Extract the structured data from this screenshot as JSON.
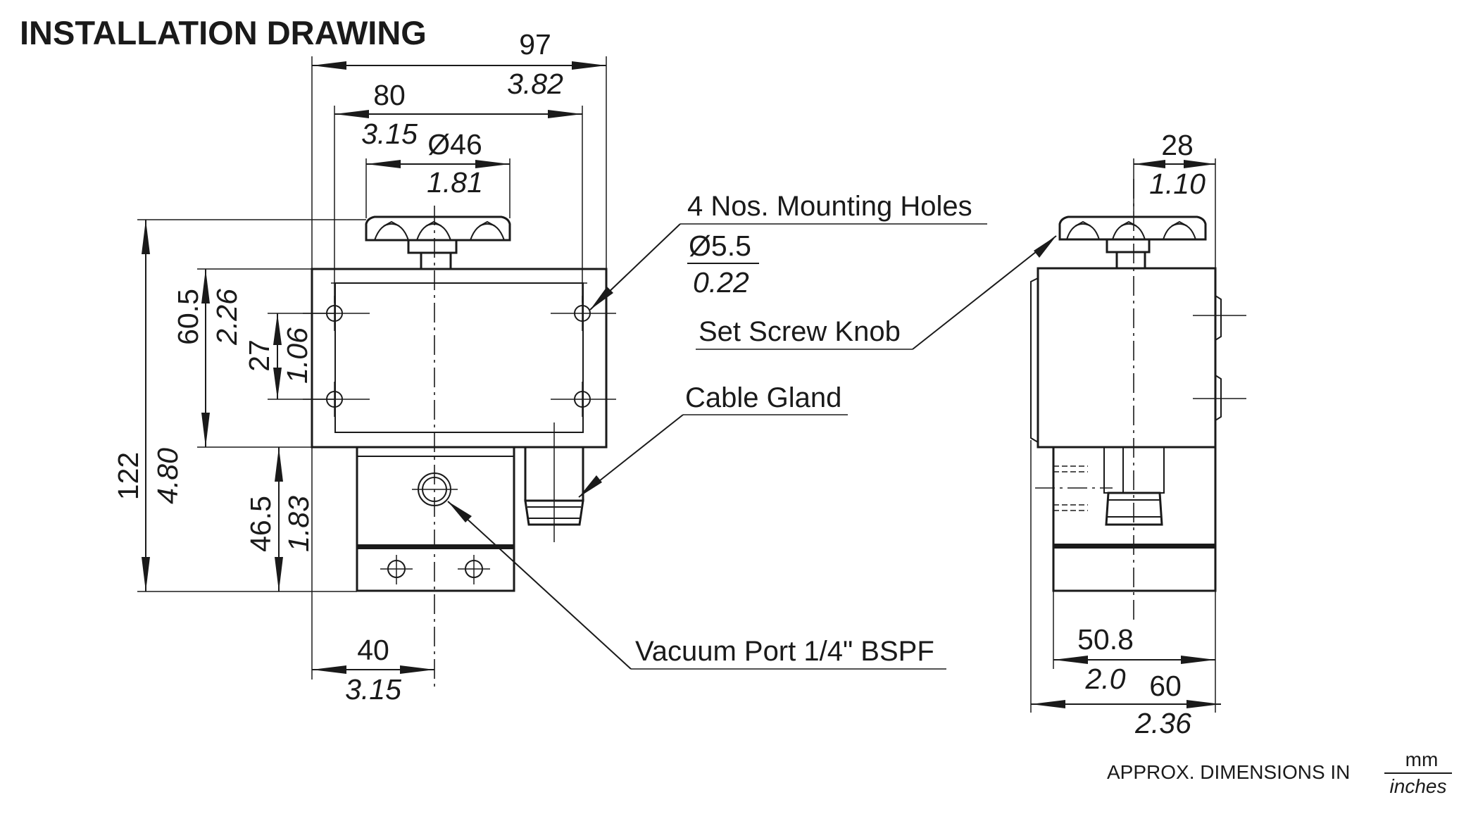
{
  "title": "INSTALLATION DRAWING",
  "dimensions": {
    "overall_width": {
      "mm": "97",
      "inches": "3.82"
    },
    "mounting_span": {
      "mm": "80",
      "inches": "3.15"
    },
    "knob_diameter": {
      "mm": "Ø46",
      "inches": "1.81"
    },
    "overall_height": {
      "mm": "122",
      "inches": "4.80"
    },
    "box_height": {
      "mm": "60.5",
      "inches": "2.26"
    },
    "hole_pitch": {
      "mm": "27",
      "inches": "1.06"
    },
    "base_height": {
      "mm": "46.5",
      "inches": "1.83"
    },
    "port_offset": {
      "mm": "40",
      "inches": "3.15"
    },
    "knob_height_side": {
      "mm": "28",
      "inches": "1.10"
    },
    "side_base_width": {
      "mm": "50.8",
      "inches": "2.0"
    },
    "side_overall_width": {
      "mm": "60",
      "inches": "2.36"
    }
  },
  "callouts": {
    "mounting_holes": "4 Nos. Mounting Holes",
    "mounting_holes_mm": "Ø5.5",
    "mounting_holes_in": "0.22",
    "set_screw_knob": "Set Screw Knob",
    "cable_gland": "Cable Gland",
    "vacuum_port": "Vacuum Port 1/4\" BSPF"
  },
  "units_note": {
    "prefix": "APPROX. DIMENSIONS IN",
    "numerator": "mm",
    "denominator": "inches"
  }
}
